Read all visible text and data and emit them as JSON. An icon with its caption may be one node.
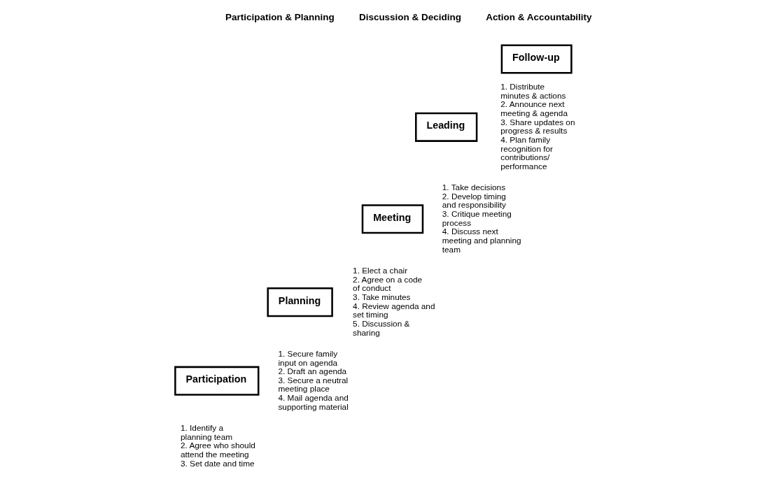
{
  "diagram": {
    "nodes": [
      {
        "text": [
          "Participation"
        ],
        "beside": [
          "1. Identify a planning team",
          "2. Agree who should attend the meeting",
          "3. Set date and time"
        ]
      },
      {
        "text": [
          "Planning"
        ],
        "beside": [
          "1. Secure family input on agenda",
          "2. Draft an agenda",
          "3. Secure a neutral meeting place",
          "4. Mail agenda and supporting material"
        ]
      },
      {
        "text": [
          "Meeting"
        ],
        "beside": [
          "1. Elect a chair",
          "2. Agree on a code of conduct",
          "3. Take minutes",
          "4. Review agenda and set timing",
          "5. Discussion & sharing"
        ]
      },
      {
        "text": [
          "Leading"
        ],
        "beside": [
          "1. Take decisions",
          "2. Develop timing and responsibility",
          "3. Critique meeting process",
          "4. Discuss next meeting and planning team"
        ]
      },
      {
        "text": [
          "Follow-up"
        ],
        "beside": [
          "1. Distribute minutes & actions",
          "2. Announce next meeting & agenda",
          "3. Share updates on progress & results",
          "4. Plan family recognition for contributions/ performance"
        ]
      }
    ],
    "edges": [],
    "labels": [
      "Participation & Planning",
      "Discussion & Deciding",
      "Action & Accountability"
    ]
  }
}
